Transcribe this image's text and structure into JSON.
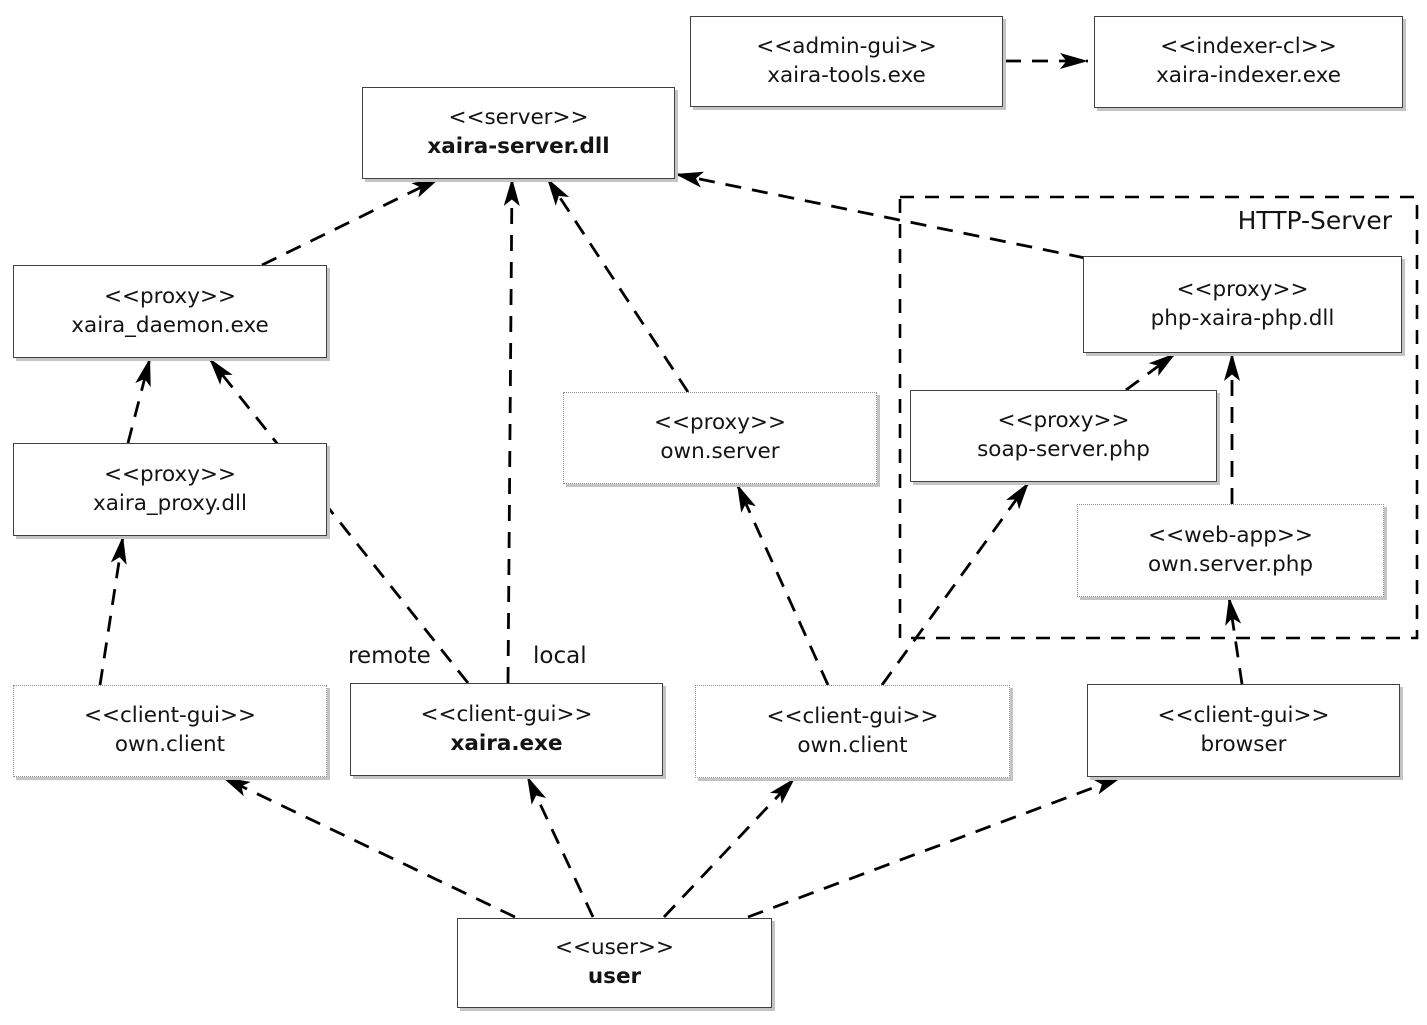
{
  "diagram": {
    "title_hint": "component communication diagram",
    "container": {
      "label": "HTTP-Server"
    },
    "nodes": [
      {
        "id": "xaira-tools",
        "stereotype": "<<admin-gui>>",
        "name": "xaira-tools.exe",
        "bold": false,
        "border": "solid"
      },
      {
        "id": "xaira-indexer",
        "stereotype": "<<indexer-cl>>",
        "name": "xaira-indexer.exe",
        "bold": false,
        "border": "solid"
      },
      {
        "id": "xaira-server",
        "stereotype": "<<server>>",
        "name": "xaira-server.dll",
        "bold": true,
        "border": "solid"
      },
      {
        "id": "xaira-daemon",
        "stereotype": "<<proxy>>",
        "name": "xaira_daemon.exe",
        "bold": false,
        "border": "solid"
      },
      {
        "id": "xaira-proxy",
        "stereotype": "<<proxy>>",
        "name": "xaira_proxy.dll",
        "bold": false,
        "border": "solid"
      },
      {
        "id": "own-server",
        "stereotype": "<<proxy>>",
        "name": "own.server",
        "bold": false,
        "border": "dotted"
      },
      {
        "id": "php-xaira-php",
        "stereotype": "<<proxy>>",
        "name": "php-xaira-php.dll",
        "bold": false,
        "border": "solid"
      },
      {
        "id": "soap-server",
        "stereotype": "<<proxy>>",
        "name": "soap-server.php",
        "bold": false,
        "border": "solid"
      },
      {
        "id": "own-server-php",
        "stereotype": "<<web-app>>",
        "name": "own.server.php",
        "bold": false,
        "border": "dotted"
      },
      {
        "id": "own-client-left",
        "stereotype": "<<client-gui>>",
        "name": "own.client",
        "bold": false,
        "border": "dotted"
      },
      {
        "id": "xaira-exe",
        "stereotype": "<<client-gui>>",
        "name": "xaira.exe",
        "bold": true,
        "border": "solid"
      },
      {
        "id": "own-client-center",
        "stereotype": "<<client-gui>>",
        "name": "own.client",
        "bold": false,
        "border": "dotted"
      },
      {
        "id": "browser",
        "stereotype": "<<client-gui>>",
        "name": "browser",
        "bold": false,
        "border": "solid"
      },
      {
        "id": "user",
        "stereotype": "<<user>>",
        "name": "user",
        "bold": true,
        "border": "solid"
      }
    ],
    "edges": [
      {
        "from": "xaira-daemon",
        "to": "xaira-server"
      },
      {
        "from": "xaira-exe",
        "to": "xaira-server",
        "label": "local"
      },
      {
        "from": "own-server",
        "to": "xaira-server"
      },
      {
        "from": "php-xaira-php",
        "to": "xaira-server"
      },
      {
        "from": "xaira-proxy",
        "to": "xaira-daemon"
      },
      {
        "from": "xaira-exe",
        "to": "xaira-daemon",
        "label": "remote"
      },
      {
        "from": "own-client-left",
        "to": "xaira-proxy"
      },
      {
        "from": "user",
        "to": "own-client-left"
      },
      {
        "from": "user",
        "to": "xaira-exe"
      },
      {
        "from": "user",
        "to": "own-client-center"
      },
      {
        "from": "user",
        "to": "browser"
      },
      {
        "from": "browser",
        "to": "own-server-php"
      },
      {
        "from": "own-server-php",
        "to": "php-xaira-php"
      },
      {
        "from": "soap-server",
        "to": "php-xaira-php"
      },
      {
        "from": "own-client-center",
        "to": "own-server"
      },
      {
        "from": "own-client-center",
        "to": "soap-server"
      },
      {
        "from": "xaira-tools",
        "to": "xaira-indexer"
      }
    ]
  }
}
